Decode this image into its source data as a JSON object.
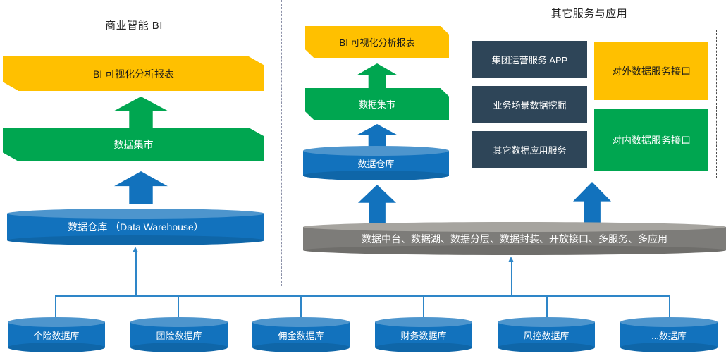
{
  "sections": {
    "left_title": "商业智能 BI",
    "right_title": "其它服务与应用"
  },
  "left_stack": {
    "report": "BI 可视化分析报表",
    "mart": "数据集市",
    "warehouse": "数据仓库 （Data Warehouse）"
  },
  "middle_stack": {
    "report": "BI 可视化分析报表",
    "mart": "数据集市",
    "warehouse": "数据仓库"
  },
  "platform_bar": {
    "label": "数据中台、数据湖、数据分层、数据封装、开放接口、多服务、多应用"
  },
  "services_panel": {
    "apps": [
      {
        "label": "集团运营服务 APP"
      },
      {
        "label": "业务场景数据挖掘"
      },
      {
        "label": "其它数据应用服务"
      }
    ],
    "interfaces": [
      {
        "label": "对外数据服务接口",
        "color": "#ffc000"
      },
      {
        "label": "对内数据服务接口",
        "color": "#00a650"
      }
    ]
  },
  "source_databases": [
    {
      "label": "个险数据库"
    },
    {
      "label": "团险数据库"
    },
    {
      "label": "佣金数据库"
    },
    {
      "label": "财务数据库"
    },
    {
      "label": "风控数据库"
    },
    {
      "label": "...数据库"
    }
  ],
  "colors": {
    "yellow": "#ffc000",
    "green": "#00a650",
    "blue": "#1272bd",
    "dark_navy": "#2e4558",
    "grey": "#7d7c79",
    "connector": "#2e86c8",
    "divider": "#8b90a8"
  }
}
